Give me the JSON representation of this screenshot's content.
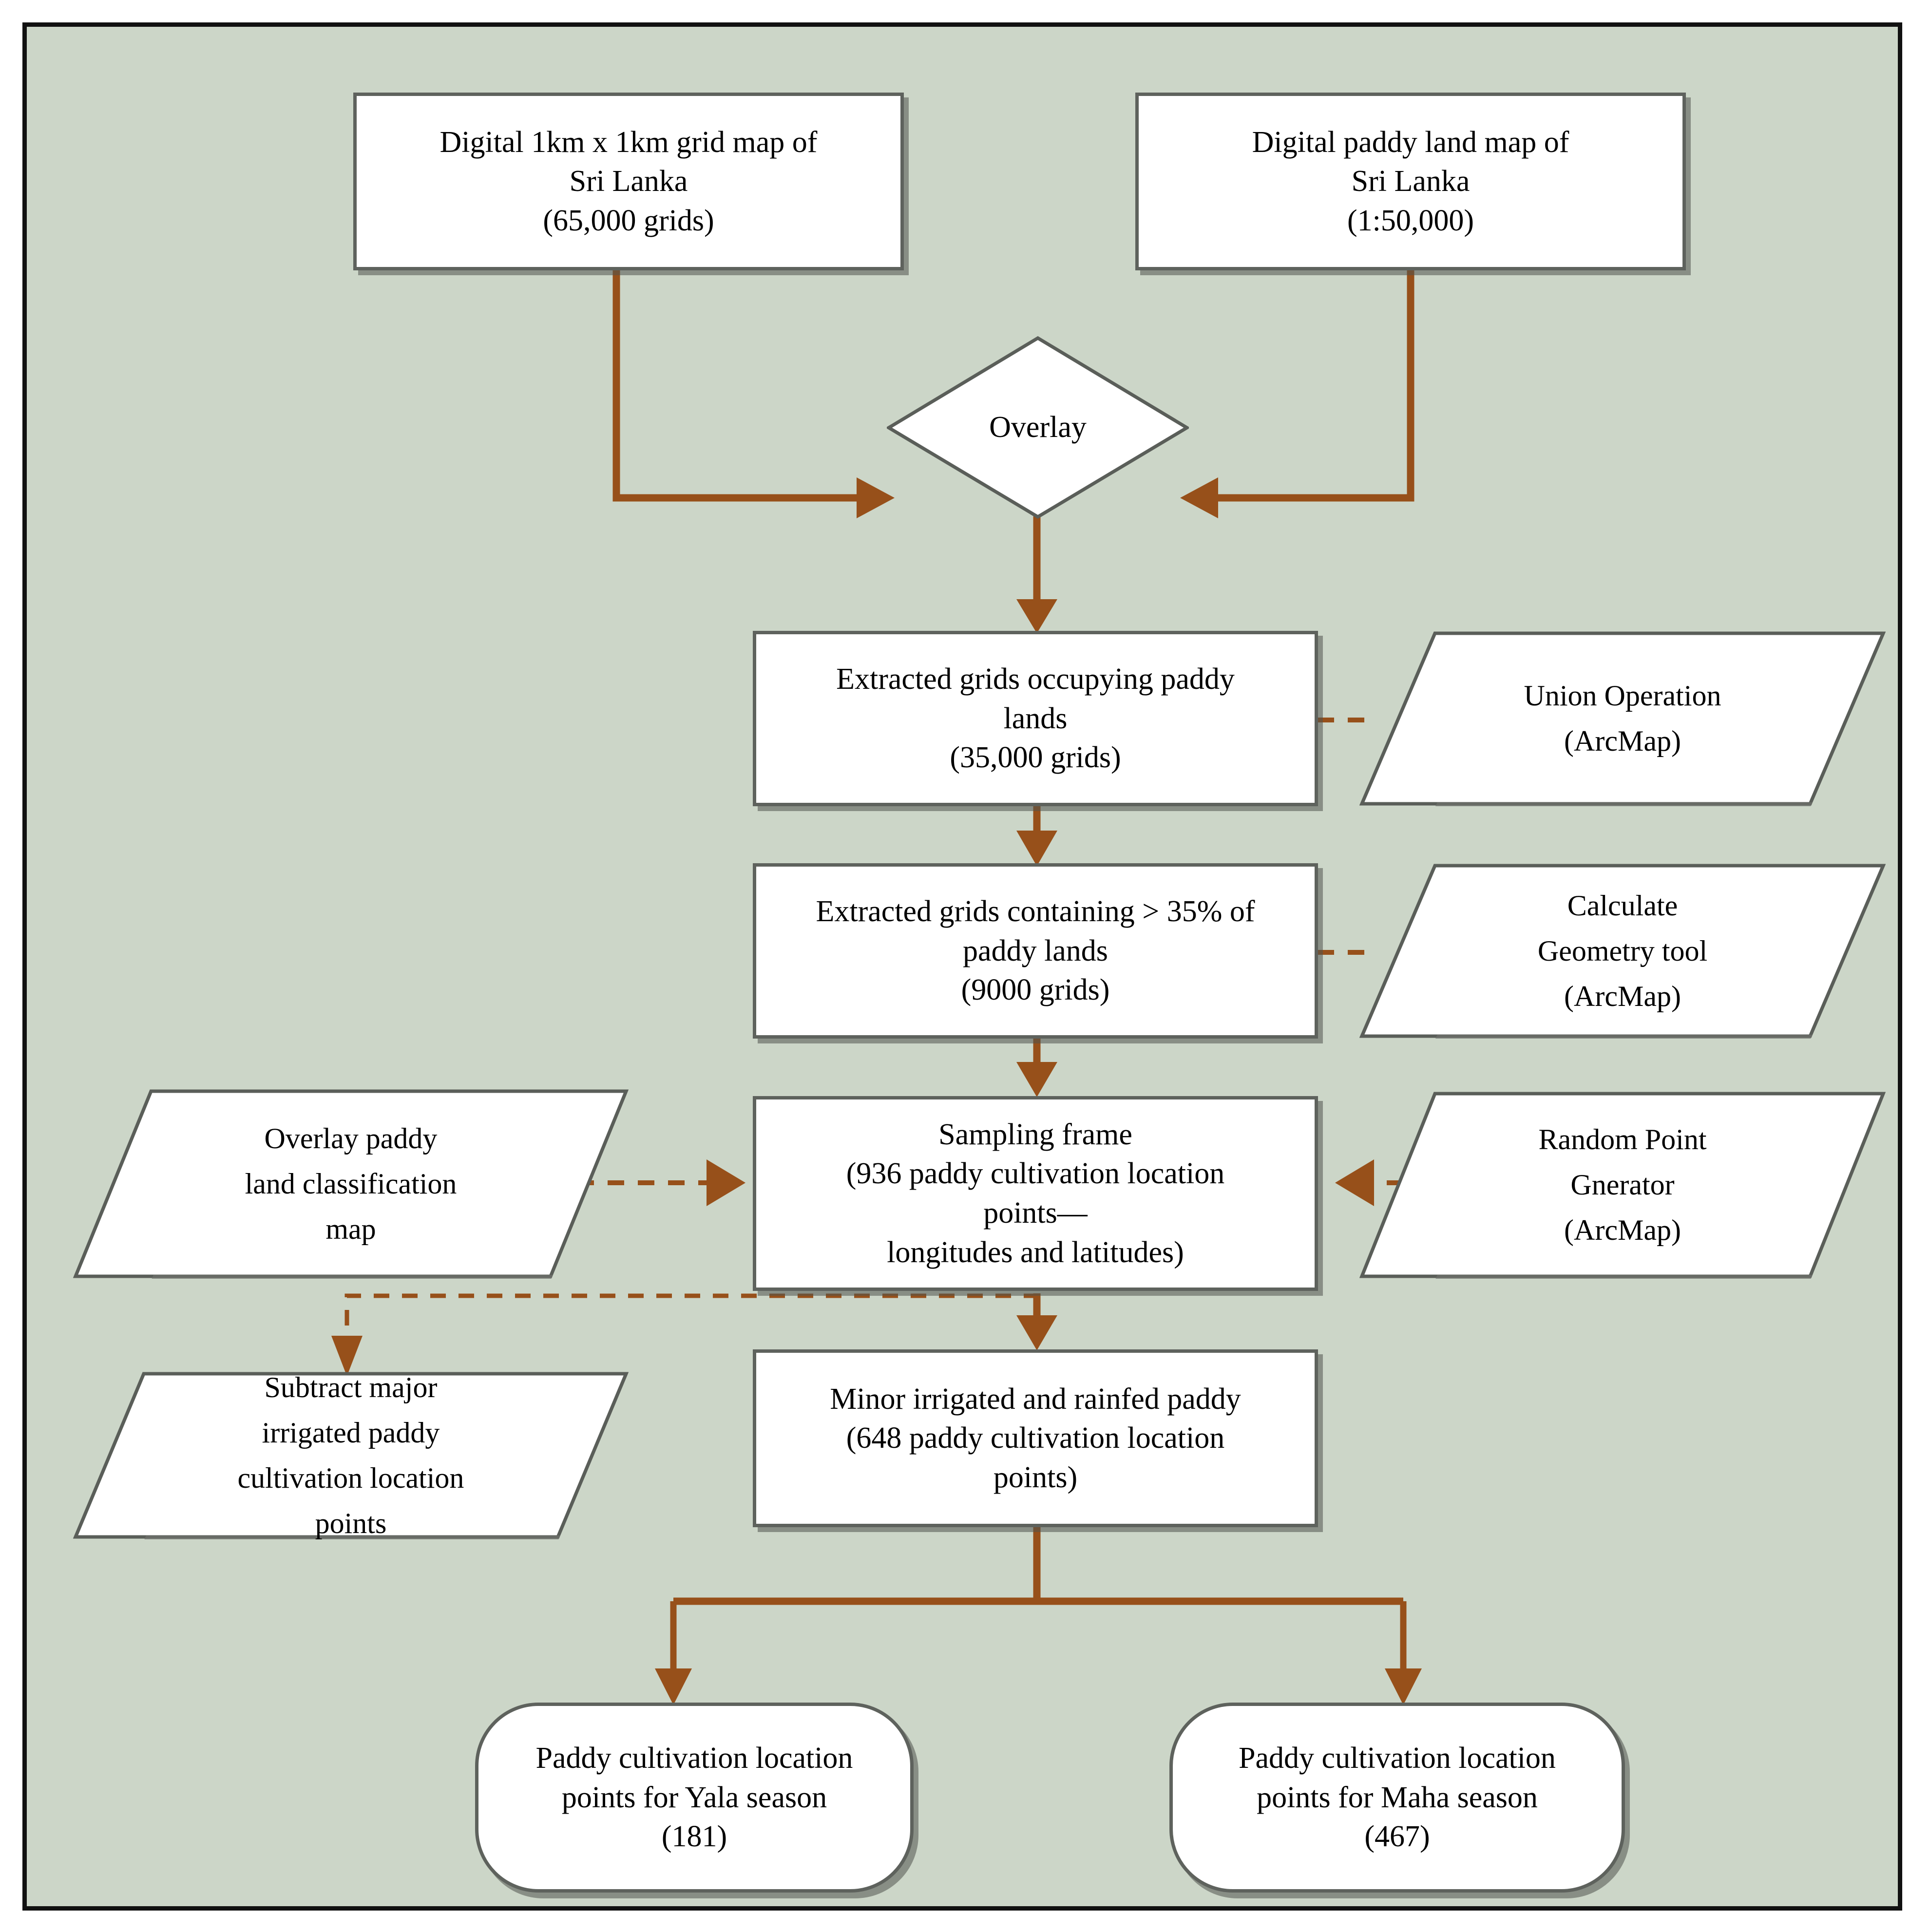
{
  "figure": {
    "type": "flowchart",
    "background_color": "#ccd6c8",
    "frame_border_color": "#111111",
    "node_fill": "#ffffff",
    "node_border_color": "#5e625d",
    "connector_color": "#97501a",
    "dashed_connector_color": "#97501a"
  },
  "nodes": {
    "grid_map": {
      "shape": "rectangle",
      "text": "Digital 1km x 1km grid map of\nSri Lanka\n(65,000 grids)"
    },
    "paddy_map": {
      "shape": "rectangle",
      "text": "Digital paddy land map of\nSri Lanka\n(1:50,000)"
    },
    "overlay": {
      "shape": "diamond",
      "text": "Overlay"
    },
    "extracted_grids": {
      "shape": "rectangle",
      "text": "Extracted  grids occupying paddy\nlands\n(35,000 grids)"
    },
    "union_operation": {
      "shape": "parallelogram",
      "text": "Union Operation\n(ArcMap)"
    },
    "extracted_35pct": {
      "shape": "rectangle",
      "text": "Extracted  grids containing > 35% of\npaddy lands\n(9000 grids)"
    },
    "calculate_geometry": {
      "shape": "parallelogram",
      "text": "Calculate\nGeometry tool\n(ArcMap)"
    },
    "overlay_classification": {
      "shape": "parallelogram",
      "text": "Overlay paddy\nland classification\nmap"
    },
    "sampling_frame": {
      "shape": "rectangle",
      "text": "Sampling frame\n(936 paddy cultivation location\npoints—\nlongitudes and latitudes)"
    },
    "random_point_generator": {
      "shape": "parallelogram",
      "text": "Random Point\nGnerator\n(ArcMap)"
    },
    "subtract_major": {
      "shape": "parallelogram",
      "text": "Subtract major\nirrigated paddy\ncultivation location\npoints"
    },
    "minor_rainfed": {
      "shape": "rectangle",
      "text": "Minor irrigated and rainfed paddy\n(648 paddy cultivation location\npoints)"
    },
    "yala_season": {
      "shape": "rounded-rectangle",
      "text": "Paddy cultivation location\npoints  for Yala season\n(181)"
    },
    "maha_season": {
      "shape": "rounded-rectangle",
      "text": "Paddy cultivation location\npoints for Maha season\n(467)"
    }
  },
  "edges": [
    {
      "from": "grid_map",
      "to": "overlay",
      "style": "solid",
      "arrow": "right"
    },
    {
      "from": "paddy_map",
      "to": "overlay",
      "style": "solid",
      "arrow": "left"
    },
    {
      "from": "overlay",
      "to": "extracted_grids",
      "style": "solid",
      "arrow": "down"
    },
    {
      "from": "union_operation",
      "to": "extracted_grids",
      "style": "dashed",
      "arrow": "left"
    },
    {
      "from": "extracted_grids",
      "to": "extracted_35pct",
      "style": "solid",
      "arrow": "down"
    },
    {
      "from": "calculate_geometry",
      "to": "extracted_35pct",
      "style": "dashed",
      "arrow": "left"
    },
    {
      "from": "extracted_35pct",
      "to": "sampling_frame",
      "style": "solid",
      "arrow": "down"
    },
    {
      "from": "overlay_classification",
      "to": "sampling_frame",
      "style": "dashed",
      "arrow": "right"
    },
    {
      "from": "random_point_generator",
      "to": "sampling_frame",
      "style": "dashed",
      "arrow": "left"
    },
    {
      "from": "sampling_frame",
      "to": "subtract_major",
      "style": "dashed",
      "arrow": "down"
    },
    {
      "from": "sampling_frame",
      "to": "minor_rainfed",
      "style": "solid",
      "arrow": "down"
    },
    {
      "from": "minor_rainfed",
      "to": "yala_season",
      "style": "solid",
      "arrow": "down"
    },
    {
      "from": "minor_rainfed",
      "to": "maha_season",
      "style": "solid",
      "arrow": "down"
    }
  ]
}
